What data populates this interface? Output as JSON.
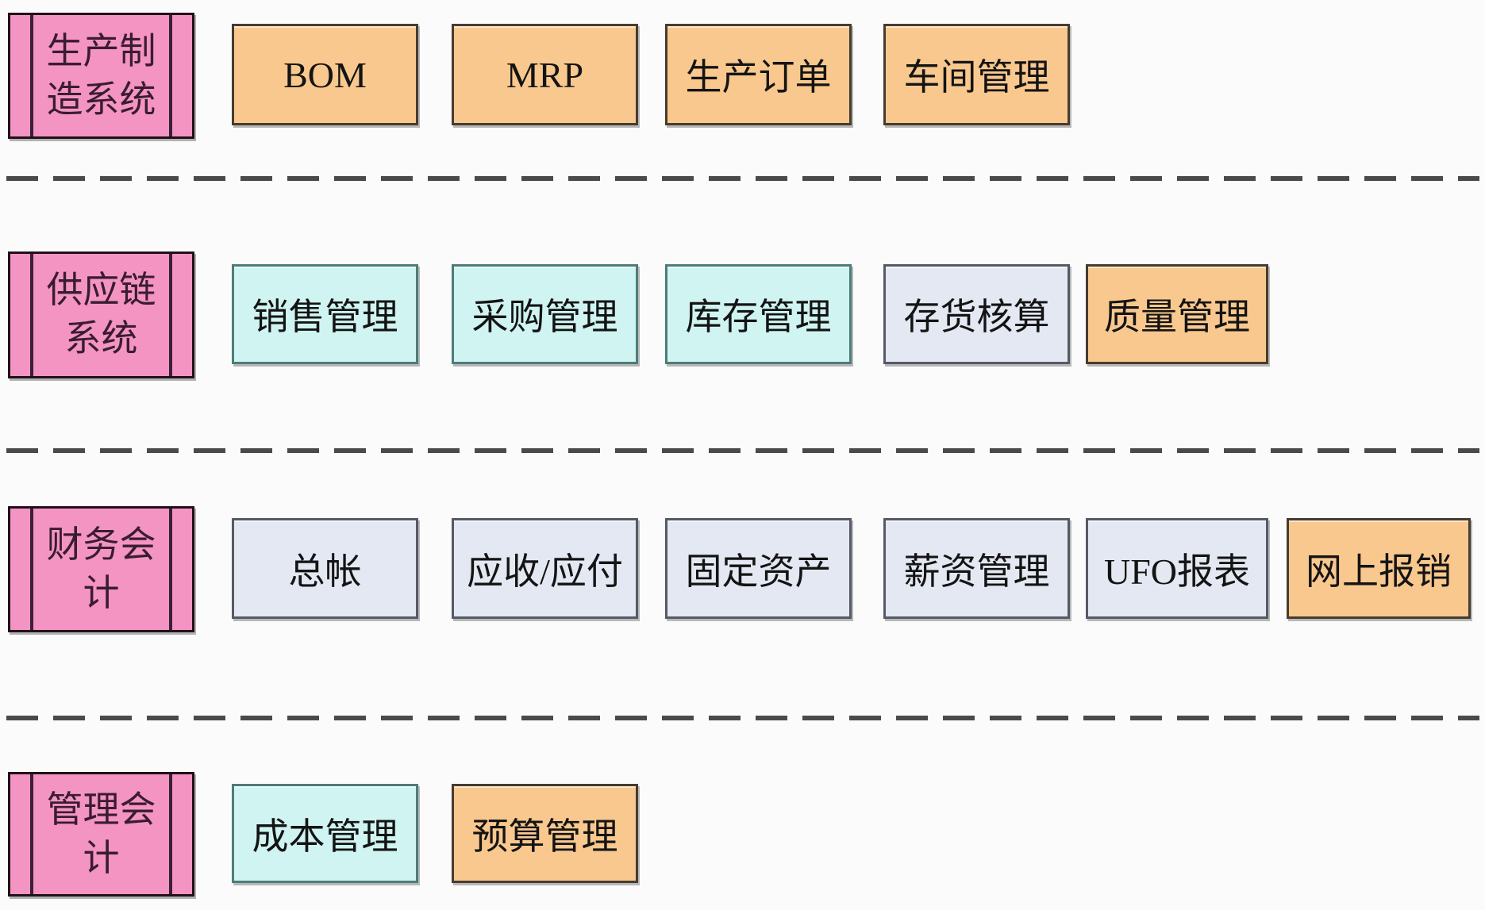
{
  "palette": {
    "background": "#fbfbfb",
    "system_fill": "#F494C2",
    "system_text": "#3A1C31",
    "module_orange": "#F9C88E",
    "module_cyan": "#CFF4F1",
    "module_gray": "#E3E8F2",
    "module_text": "#141414",
    "separator_color": "#4a4a4a"
  },
  "separator": {
    "style": "dashed",
    "count": 3
  },
  "rows": [
    {
      "system": {
        "full_label": "生产制造系统",
        "lines": [
          "生产制",
          "造系统"
        ]
      },
      "modules": [
        {
          "label": "BOM",
          "type": "orange"
        },
        {
          "label": "MRP",
          "type": "orange"
        },
        {
          "label": "生产订单",
          "type": "orange"
        },
        {
          "label": "车间管理",
          "type": "orange"
        }
      ]
    },
    {
      "system": {
        "full_label": "供应链系统",
        "lines": [
          "供应链",
          "系统"
        ]
      },
      "modules": [
        {
          "label": "销售管理",
          "type": "cyan"
        },
        {
          "label": "采购管理",
          "type": "cyan"
        },
        {
          "label": "库存管理",
          "type": "cyan"
        },
        {
          "label": "存货核算",
          "type": "gray"
        },
        {
          "label": "质量管理",
          "type": "orange"
        }
      ]
    },
    {
      "system": {
        "full_label": "财务会计",
        "lines": [
          "财务会",
          "计"
        ]
      },
      "modules": [
        {
          "label": "总帐",
          "type": "gray"
        },
        {
          "label": "应收/应付",
          "type": "gray"
        },
        {
          "label": "固定资产",
          "type": "gray"
        },
        {
          "label": "薪资管理",
          "type": "gray"
        },
        {
          "label": "UFO报表",
          "type": "gray"
        },
        {
          "label": "网上报销",
          "type": "orange"
        }
      ]
    },
    {
      "system": {
        "full_label": "管理会计",
        "lines": [
          "管理会",
          "计"
        ]
      },
      "modules": [
        {
          "label": "成本管理",
          "type": "cyan"
        },
        {
          "label": "预算管理",
          "type": "orange"
        }
      ]
    }
  ]
}
